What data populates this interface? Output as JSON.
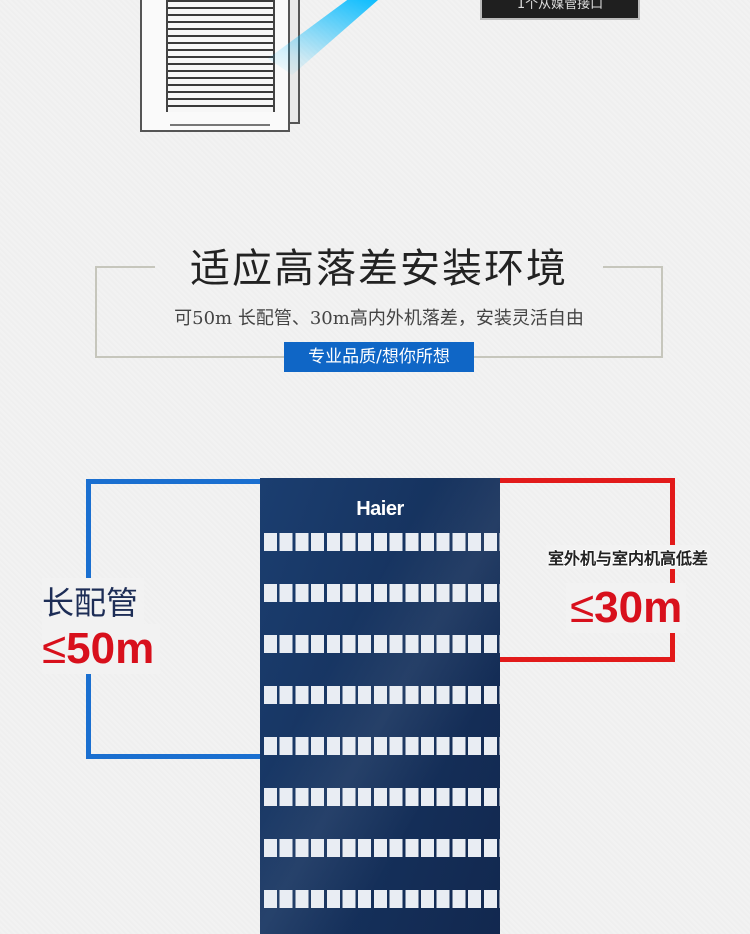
{
  "top_label": "1个从媒管接口",
  "heading": {
    "title": "适应高落差安装环境",
    "subtitle": "可50m 长配管、30m高内外机落差，安装灵活自由",
    "badge": "专业品质/想你所想"
  },
  "diagram": {
    "brand": "Haier",
    "pipe_label": "长配管",
    "pipe_value": "50m",
    "height_label": "室外机与室内机高低差",
    "height_value": "30m",
    "le_symbol": "≤",
    "vent_rows": 8
  },
  "colors": {
    "blue_bracket": "#1a6fd0",
    "red_bracket": "#e21a1a",
    "tower": "#16335f",
    "badge": "#0f66c6",
    "value_red": "#d8101c"
  }
}
